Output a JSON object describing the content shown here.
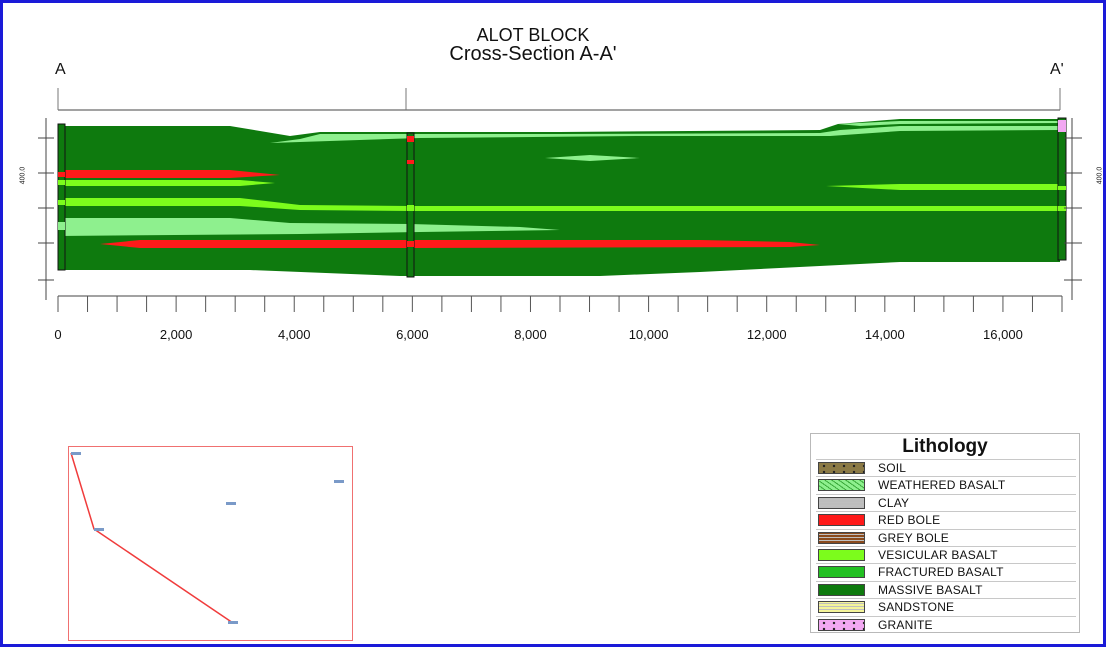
{
  "title": {
    "line1": "ALOT BLOCK",
    "line2": "Cross-Section A-A'"
  },
  "section": {
    "start_label": "A",
    "end_label": "A'",
    "depth_label": "400.0",
    "x_ticks": [
      "0",
      "2,000",
      "4,000",
      "6,000",
      "8,000",
      "10,000",
      "12,000",
      "14,000",
      "16,000"
    ],
    "x_tick_values": [
      0,
      2000,
      4000,
      6000,
      8000,
      10000,
      12000,
      14000,
      16000
    ],
    "x_range": [
      0,
      17000
    ],
    "borehole_positions": [
      0,
      6000,
      17000
    ]
  },
  "legend": {
    "title": "Lithology",
    "items": [
      {
        "label": "SOIL",
        "color": "#8b7a46",
        "pattern": "dots"
      },
      {
        "label": "WEATHERED BASALT",
        "color": "#8ef08e",
        "pattern": "lines"
      },
      {
        "label": "CLAY",
        "color": "#bdbdbd",
        "pattern": "hlines"
      },
      {
        "label": "RED BOLE",
        "color": "#ff1a1a",
        "pattern": "none"
      },
      {
        "label": "GREY BOLE",
        "color": "#8a4a1c",
        "pattern": "hlines"
      },
      {
        "label": "VESICULAR BASALT",
        "color": "#7cfc1c",
        "pattern": "none"
      },
      {
        "label": "FRACTURED BASALT",
        "color": "#22c022",
        "pattern": "none"
      },
      {
        "label": "MASSIVE BASALT",
        "color": "#0e7a0e",
        "pattern": "none"
      },
      {
        "label": "SANDSTONE",
        "color": "#f5f59a",
        "pattern": "hlines"
      },
      {
        "label": "GRANITE",
        "color": "#f2a8f2",
        "pattern": "dots"
      }
    ]
  },
  "colors": {
    "frame": "#1a1ad8",
    "massive_basalt": "#0e7a0e",
    "weathered_basalt": "#8ef08e",
    "vesicular_basalt": "#7cfc1c",
    "red_bole": "#ff1a1a",
    "map_line": "#f03c3c"
  }
}
